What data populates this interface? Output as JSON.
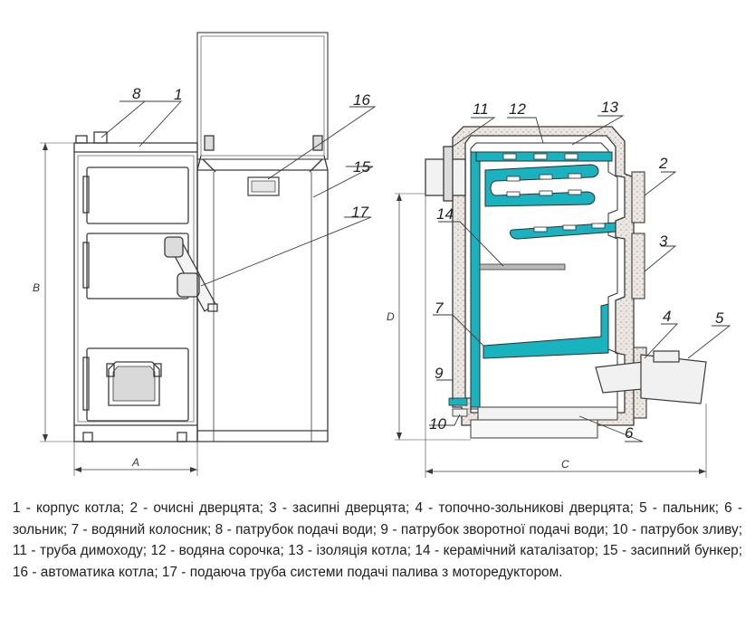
{
  "callouts": {
    "c1": "1",
    "c2": "2",
    "c3": "3",
    "c4": "4",
    "c5": "5",
    "c6": "6",
    "c7": "7",
    "c8": "8",
    "c9": "9",
    "c10": "10",
    "c11": "11",
    "c12": "12",
    "c13": "13",
    "c14": "14",
    "c15": "15",
    "c16": "16",
    "c17": "17"
  },
  "dimensions": {
    "a": "A",
    "b": "B",
    "c": "C",
    "d": "D"
  },
  "caption": "1 - корпус котла; 2 - очисні дверцята; 3 - засипні дверцята; 4 - топочно-зольникові дверцята; 5 - пальник; 6 - зольник; 7 - водяний колосник; 8 - патрубок подачі води; 9 - патрубок зворотної подачі води; 10 - патрубок зливу; 11 - труба димоходу; 12 - водяна сорочка; 13 - ізоляція котла; 14 - керамічний каталізатор; 15 - засипний бункер; 16 - автоматика котла; 17 - подаюча труба системи подачі палива з моторедуктором.",
  "colors": {
    "water_jacket": "#19b3c0",
    "insulation": "#e9e4df",
    "line": "#3a3a3a"
  }
}
